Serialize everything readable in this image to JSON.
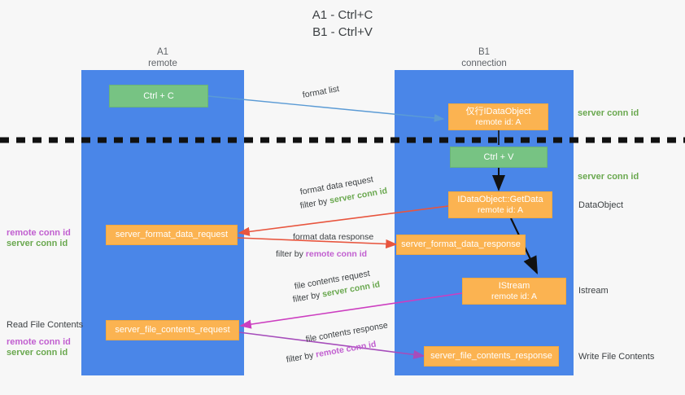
{
  "title": "A1 - Ctrl+C\nB1 - Ctrl+V",
  "lanes": [
    {
      "id": "A1",
      "name": "A1",
      "role": "remote",
      "header": "A1\nremote"
    },
    {
      "id": "B1",
      "name": "B1",
      "role": "connection",
      "header": "B1\nconnection"
    }
  ],
  "boxes": {
    "ctrl_c": {
      "label": "Ctrl + C",
      "color": "#77c383",
      "lane": "A1"
    },
    "set_idataobject": {
      "line1": "仅行IDataObject",
      "line2": "remote id: A",
      "color": "#fbb351",
      "lane": "B1"
    },
    "ctrl_v": {
      "label": "Ctrl + V",
      "color": "#77c383",
      "lane": "B1"
    },
    "getdata": {
      "line1": "IDataObject::GetData",
      "line2": "remote id: A",
      "color": "#fbb351",
      "lane": "B1"
    },
    "format_data_request": {
      "label": "server_format_data_request",
      "color": "#fbb351",
      "lane": "A1"
    },
    "format_data_response": {
      "label": "server_format_data_response",
      "color": "#fbb351",
      "lane": "B1"
    },
    "istream": {
      "line1": "IStream",
      "line2": "remote id: A",
      "color": "#fbb351",
      "lane": "B1"
    },
    "file_contents_request": {
      "label": "server_file_contents_request",
      "color": "#fbb351",
      "lane": "A1"
    },
    "file_contents_response": {
      "label": "server_file_contents_response",
      "color": "#fbb351",
      "lane": "B1"
    }
  },
  "arrow_labels": {
    "format_list": "format list",
    "format_data_request": {
      "line1": "format data request",
      "filter_prefix": "filter by ",
      "filter_value": "server conn id",
      "filter_color": "#6aa84f"
    },
    "format_data_response": {
      "line1": "format data response",
      "filter_prefix": "filter by ",
      "filter_value": "remote conn id",
      "filter_color": "#c15fd0"
    },
    "file_contents_request": {
      "line1": "file contents request",
      "filter_prefix": "filter by ",
      "filter_value": "server conn id",
      "filter_color": "#6aa84f"
    },
    "file_contents_response": {
      "line1": "file contents response",
      "filter_prefix": "filter by ",
      "filter_value": "remote conn id",
      "filter_color": "#c15fd0"
    }
  },
  "right_annotations": {
    "server_conn_id_top": "server conn id",
    "server_conn_id_mid": "server conn id",
    "dataobject": "DataObject",
    "istream": "Istream",
    "write_file_contents": "Write File Contents"
  },
  "left_annotations": {
    "remote_conn_id_1": "remote conn id",
    "server_conn_id_1": "server conn id",
    "read_file_contents": "Read File Contents",
    "remote_conn_id_2": "remote conn id",
    "server_conn_id_2": "server conn id"
  },
  "colors": {
    "lane": "#4a86e8",
    "green_box": "#77c383",
    "orange_box": "#fbb351",
    "green_text": "#6aa84f",
    "purple_text": "#c15fd0",
    "arrow_blue": "#5b9bd5",
    "arrow_red": "#e8553e",
    "arrow_magenta": "#cc3ec0",
    "arrow_purple": "#a64dbb",
    "arrow_black": "#111111",
    "divider": "#111111",
    "background": "#f7f7f7"
  }
}
